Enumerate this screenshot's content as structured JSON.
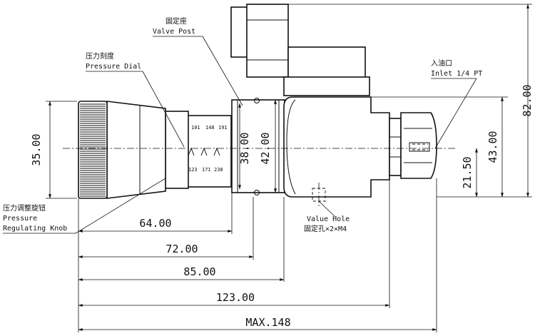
{
  "labels": {
    "valve_post_cn": "固定座",
    "valve_post_en": "Valve Post",
    "dial_cn": "压力刻度",
    "dial_en": "Pressure Dial",
    "inlet_cn": "入油口",
    "inlet_en": "Inlet 1/4 PT",
    "knob_cn": "压力调整旋钮",
    "knob_en1": "Pressure",
    "knob_en2": "Regulating Knob",
    "hole_en": "Value Hole",
    "hole_cn": "固定孔×2×M4"
  },
  "scale": [
    "101",
    "148",
    "191",
    "123",
    "171",
    "238"
  ],
  "dimensions": {
    "d35": "35.00",
    "d38": "38.00",
    "d42": "42.00",
    "d43": "43.00",
    "d21": "21.50",
    "d82": "82.00",
    "d64": "64.00",
    "d72": "72.00",
    "d85": "85.00",
    "d123": "123.00",
    "dmax": "MAX.148"
  }
}
